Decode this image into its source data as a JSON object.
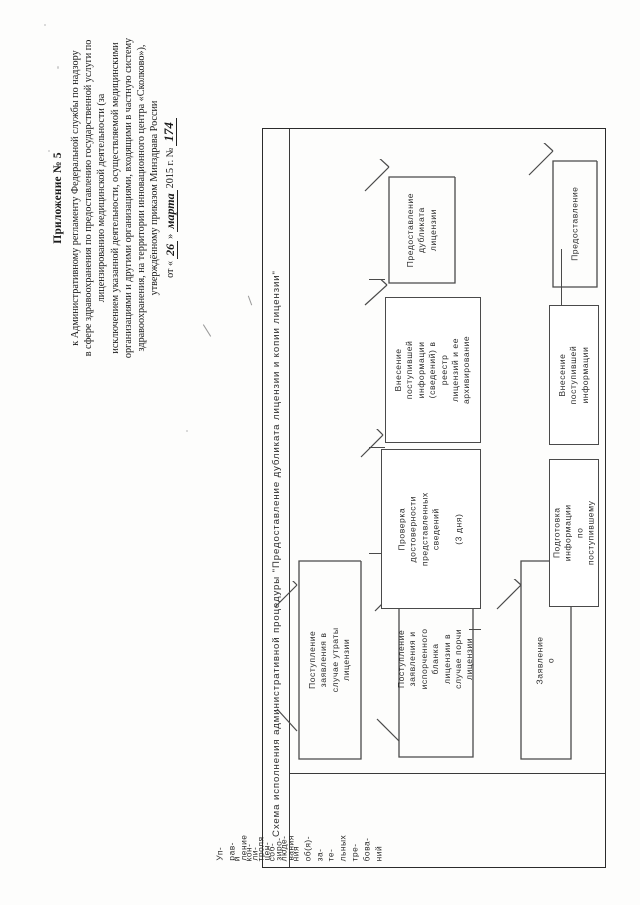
{
  "document": {
    "appendix_label": "Приложение № 5",
    "header_lines": [
      "к Административному регламенту Федеральной службы по надзору",
      "в сфере здравоохранения по предоставлению государственной услуги по",
      "лицензированию медицинской деятельности (за",
      "исключением указанной деятельности, осуществляемой медицинскими",
      "организациями и другими организациями, входящими в частную систему",
      "здравоохранения, на территории инновационного центра «Сколково»),",
      "утверждённому приказом Минздрава России"
    ],
    "order_prefix": "от «",
    "order_day": "26",
    "order_mid": "»",
    "order_month": "марта",
    "order_year": "2015 г. №",
    "order_number": "174"
  },
  "diagram": {
    "title": "Схема исполнения административной процедуры \"Предоставление дубликата  лицензии и  копии  лицензии\"",
    "lane_labels": [
      "Уп-\nрав-\nление\nли-\nцен-\nзиро-\nвания",
      "и\nкон-\nтроля\nсоб-\nлюде-\nния\nоб(я)-\nза-\nте-\nльных\nтре-\nбова-\nний"
    ],
    "nodes": {
      "application_lost": "Поступление заявления в\nслучае утраты лицензии",
      "application_damaged": "Поступление заявления и\nиспорченного бланка\nлицензии в случае порчи\nлицензии",
      "statement": "Заявление о",
      "verification": "Проверка\nдостоверности\nпредставленных\nсведений\n\n(3 дня)",
      "registry_entry": "Внесение поступившей\nинформации\n(сведений) в реестр\nлицензий и ее\nархивирование",
      "duplicate_issue": "Предоставление\nдубликата\nлицензии",
      "info_prepare": "Подготовка информации\nпо поступившему",
      "info_entry": "Внесение поступившей\nинформации",
      "provision": "Предоставление"
    }
  },
  "colors": {
    "ink": "#2b2b2b",
    "rule": "#3a3a3a",
    "paper": "#fdfdfc"
  }
}
